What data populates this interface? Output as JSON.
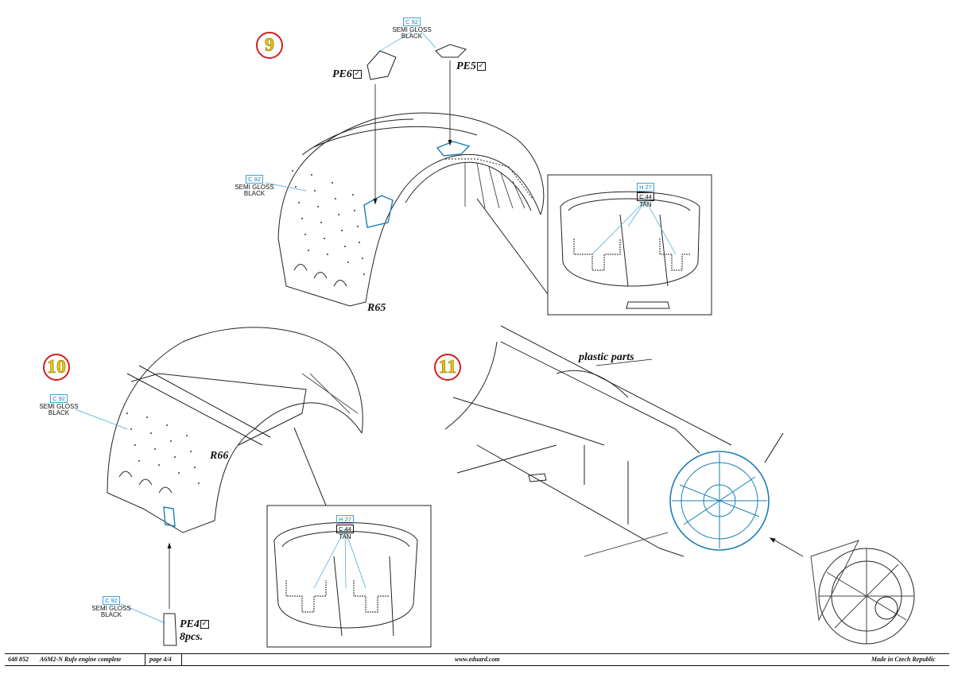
{
  "steps": {
    "s9": "9",
    "s10": "10",
    "s11": "11"
  },
  "paints": {
    "c92": {
      "code": "C 92",
      "name1": "SEMI GLOSS",
      "name2": "BLACK"
    },
    "h27c44": {
      "code1": "H 27",
      "code2": "C 44",
      "name": "TAN"
    }
  },
  "parts": {
    "pe6": "PE6",
    "pe5": "PE5",
    "pe4": "PE4",
    "pe4_qty": "8pcs.",
    "r65": "R65",
    "r66": "R66",
    "plastic": "plastic parts"
  },
  "footer": {
    "code": "648 852",
    "title": "A6M2-N Rufe engine complete",
    "page": "page 4/4",
    "site": "www.eduard.com",
    "made": "Made in Czech Republic"
  },
  "colors": {
    "paint_blue": "#39a6d4",
    "step_ring": "#d11f1f",
    "step_fill": "#e8c600"
  }
}
